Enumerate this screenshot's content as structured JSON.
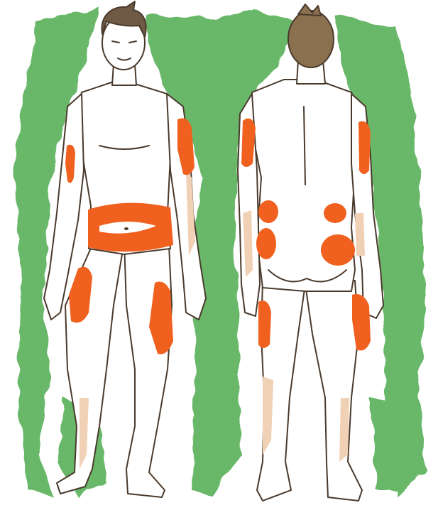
{
  "colors": {
    "background": "#ffffff",
    "green_wash": "#69b86a",
    "skin_fill": "#ffffff",
    "skin_shadow": "#f1d1b5",
    "outline": "#4a3a2c",
    "hair_front": "#6f5a45",
    "hair_back": "#8b7050",
    "injection_site": "#f0601f"
  },
  "figures": [
    {
      "view": "front",
      "marked_sites": [
        "upper-arm-left",
        "upper-arm-right",
        "abdomen-band",
        "thigh-left",
        "thigh-right"
      ]
    },
    {
      "view": "back",
      "marked_sites": [
        "upper-arm-left",
        "upper-arm-right",
        "flank-left",
        "flank-right",
        "buttock-left",
        "buttock-right",
        "thigh-left",
        "thigh-right"
      ]
    }
  ]
}
